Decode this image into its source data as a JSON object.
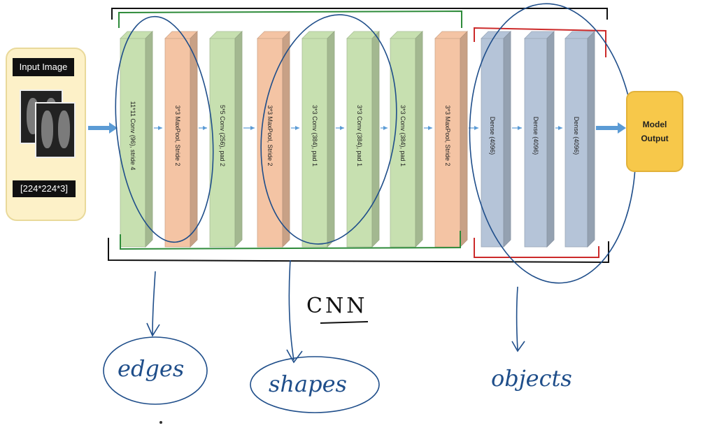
{
  "input": {
    "title": "Input Image",
    "size": "[224*224*3]"
  },
  "layers": [
    {
      "label": "11*11 Conv (96), stride 4",
      "kind": "conv"
    },
    {
      "label": "3*3 MaxPool, Stride 2",
      "kind": "pool"
    },
    {
      "label": "5*5 Conv (256), pad 2",
      "kind": "conv"
    },
    {
      "label": "3*3 MaxPool, Stride 2",
      "kind": "pool"
    },
    {
      "label": "3*3 Conv (384), pad 1",
      "kind": "conv"
    },
    {
      "label": "3*3 Conv (384), pad 1",
      "kind": "conv"
    },
    {
      "label": "3*3 Conv (384), pad 1",
      "kind": "conv"
    },
    {
      "label": "3*3 MaxPool, Stride 2",
      "kind": "pool"
    },
    {
      "label": "Dense (4096)",
      "kind": "dense"
    },
    {
      "label": "Dense (4096)",
      "kind": "dense"
    },
    {
      "label": "Dense (4096)",
      "kind": "dense"
    }
  ],
  "output": {
    "label": "Model Output"
  },
  "annotations": {
    "cnn": "CNN",
    "edges": "edges",
    "shapes": "shapes",
    "objects": "objects"
  },
  "colors": {
    "conv": "#c7e0b0",
    "pool": "#f4c4a4",
    "dense": "#b5c4d8",
    "ink_blue": "#1f4e8a",
    "green_bracket": "#2e8b3a",
    "red_bracket": "#cc2a2a",
    "arrow": "#5b9bd5"
  }
}
